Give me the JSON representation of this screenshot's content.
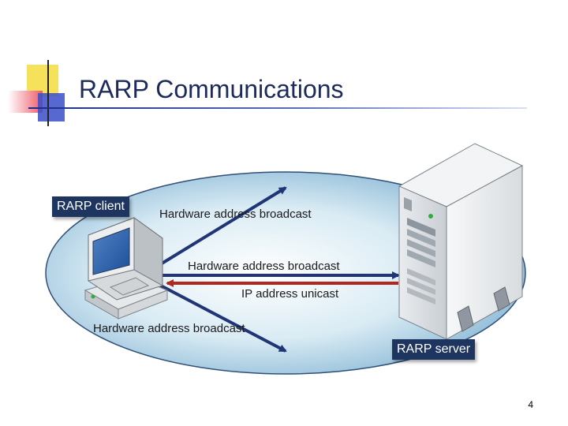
{
  "slide": {
    "title": "RARP Communications",
    "number": "4"
  },
  "diagram": {
    "client_label": "RARP client",
    "server_label": "RARP server",
    "arrows": [
      {
        "label": "Hardware address broadcast",
        "direction": "client-to-upper-right"
      },
      {
        "label": "Hardware address broadcast",
        "direction": "client-to-server"
      },
      {
        "label": "IP address unicast",
        "direction": "server-to-client"
      },
      {
        "label": "Hardware address broadcast",
        "direction": "client-to-lower-right"
      }
    ]
  },
  "colors": {
    "broadcast_arrow": "#1f3575",
    "unicast_arrow": "#b3271f",
    "label_box": "#1e3560",
    "ellipse_light": "#ffffff",
    "ellipse_dark": "#86b6d4"
  }
}
